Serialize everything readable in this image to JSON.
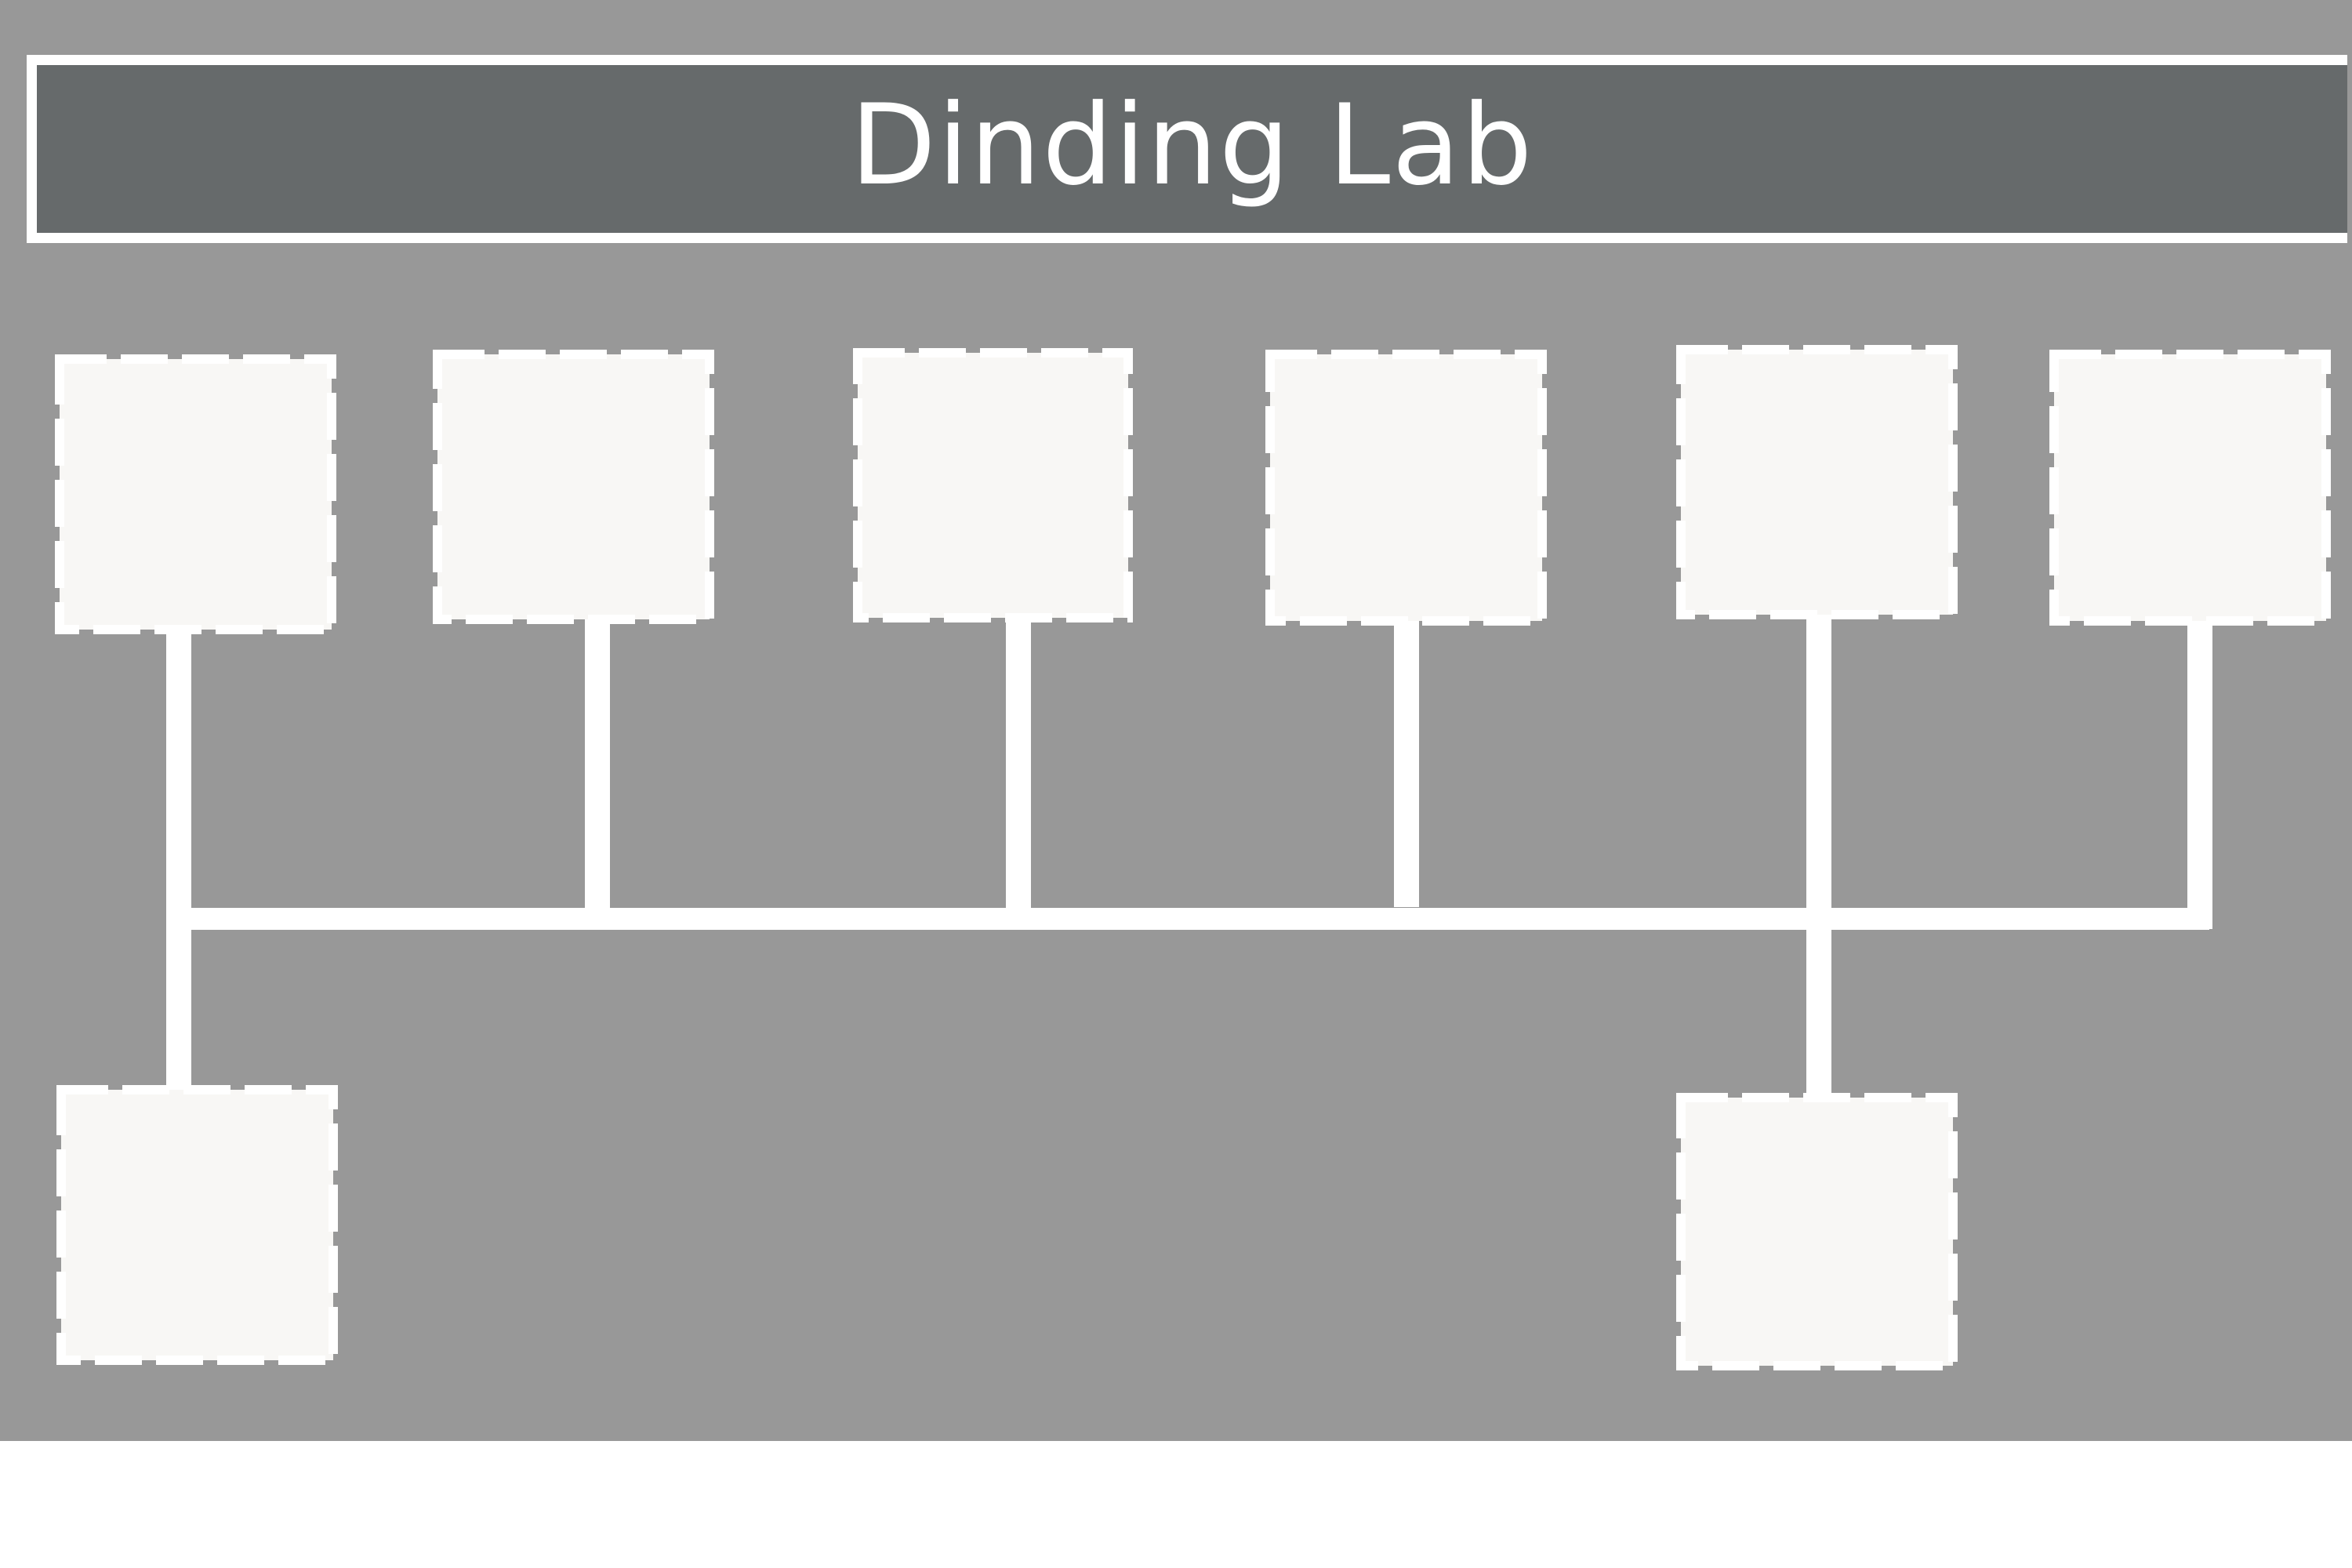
{
  "header": {
    "title": "Dinding Lab"
  },
  "chart": {
    "top_row_count": 6,
    "bottom_row_nodes": [
      {
        "connects_to_column": 1
      },
      {
        "connects_to_column": 5
      }
    ]
  },
  "colors": {
    "background": "#989898",
    "title_bar": "#666a6b",
    "box_fill": "#f8f7f5",
    "line": "#ffffff"
  }
}
